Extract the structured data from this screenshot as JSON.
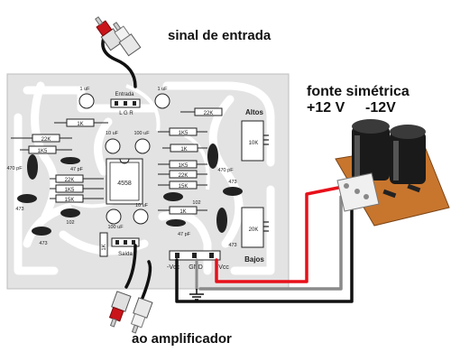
{
  "captions": {
    "input_signal": "sinal de entrada",
    "power_supply_title": "fonte simétrica",
    "positive_rail": "+12 V",
    "negative_rail": "-12V",
    "output_to_amp": "ao amplificador"
  },
  "board": {
    "input_jack_label": "Entrada",
    "input_pins": "L G R",
    "output_jack_label": "Saída",
    "treble_label": "Altos",
    "bass_label": "Bajos",
    "ic_label": "4558",
    "power_pins": {
      "neg": "-Vcc",
      "gnd": "GND",
      "pos": "+Vcc"
    },
    "components": {
      "cap_1u_a": "1 uF",
      "cap_1u_b": "1 uF",
      "r_1k_top": "1K",
      "r_22k_tl": "22K",
      "r_1k5_l": "1K5",
      "r_22k_tr": "22K",
      "r_1k5_tr": "1K5",
      "cap_10u_a": "10 uF",
      "cap_100u_a": "100 uF",
      "r_1k_mid": "1K",
      "cap_470p_l": "470 pF",
      "cap_47p_l": "47 pF",
      "r_22k_l2": "22K",
      "r_1k5_l2": "1K5",
      "r_15k_l": "15K",
      "r_1k5_r": "1K5",
      "r_22k_r": "22K",
      "r_15k_r": "15K",
      "cap_470p_r": "470 pF",
      "cap_473_r1": "473",
      "cap_473_l": "473",
      "cap_102_l": "102",
      "cap_102_r": "102",
      "cap_100u_b": "100 uF",
      "cap_10u_b": "10 uF",
      "r_1k_b": "1K",
      "cap_47p_b": "47 pF",
      "cap_473_bl": "473",
      "cap_473_r2": "473",
      "pot_10k": "10K",
      "pot_20k": "20K",
      "r_1k_v": "1K"
    }
  },
  "colors": {
    "board_bg": "#e3e3e3",
    "trace": "#ffffff",
    "wire_red": "#e8101a",
    "wire_black": "#111111",
    "wire_gray": "#8a8a8a",
    "psu_board": "#c8762e"
  }
}
